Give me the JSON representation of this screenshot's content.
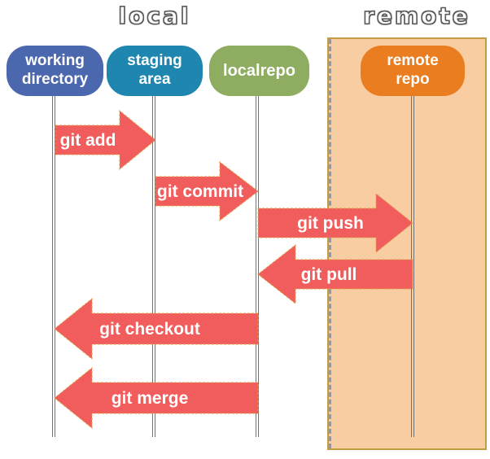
{
  "headings": {
    "local": "local",
    "remote": "remote"
  },
  "nodes": {
    "working_directory": {
      "label": "working\ndirectory",
      "color": "#4b67ad"
    },
    "staging_area": {
      "label": "staging\narea",
      "color": "#1e86af"
    },
    "localrepo": {
      "label": "localrepo",
      "color": "#8ead60"
    },
    "remote_repo": {
      "label": "remote\nrepo",
      "color": "#ea7d1f"
    }
  },
  "arrows": {
    "git_add": {
      "label": "git add",
      "from": "working directory",
      "to": "staging area",
      "direction": "right"
    },
    "git_commit": {
      "label": "git commit",
      "from": "staging area",
      "to": "localrepo",
      "direction": "right"
    },
    "git_push": {
      "label": "git push",
      "from": "localrepo",
      "to": "remote repo",
      "direction": "right"
    },
    "git_pull": {
      "label": "git pull",
      "from": "remote repo",
      "to": "localrepo",
      "direction": "left"
    },
    "git_checkout": {
      "label": "git checkout",
      "from": "localrepo",
      "to": "working directory",
      "direction": "left"
    },
    "git_merge": {
      "label": "git merge",
      "from": "localrepo",
      "to": "working directory",
      "direction": "left"
    }
  },
  "colors": {
    "arrow_fill": "#f15c5c",
    "arrow_outline": "#dd9f47",
    "lifeline": "#707476",
    "remote_zone_fill": "#f8cda2",
    "remote_zone_border": "#c39d43",
    "boundary_dash": "#989898",
    "heading_text": "#ffffff",
    "node_text": "#ffffff"
  }
}
